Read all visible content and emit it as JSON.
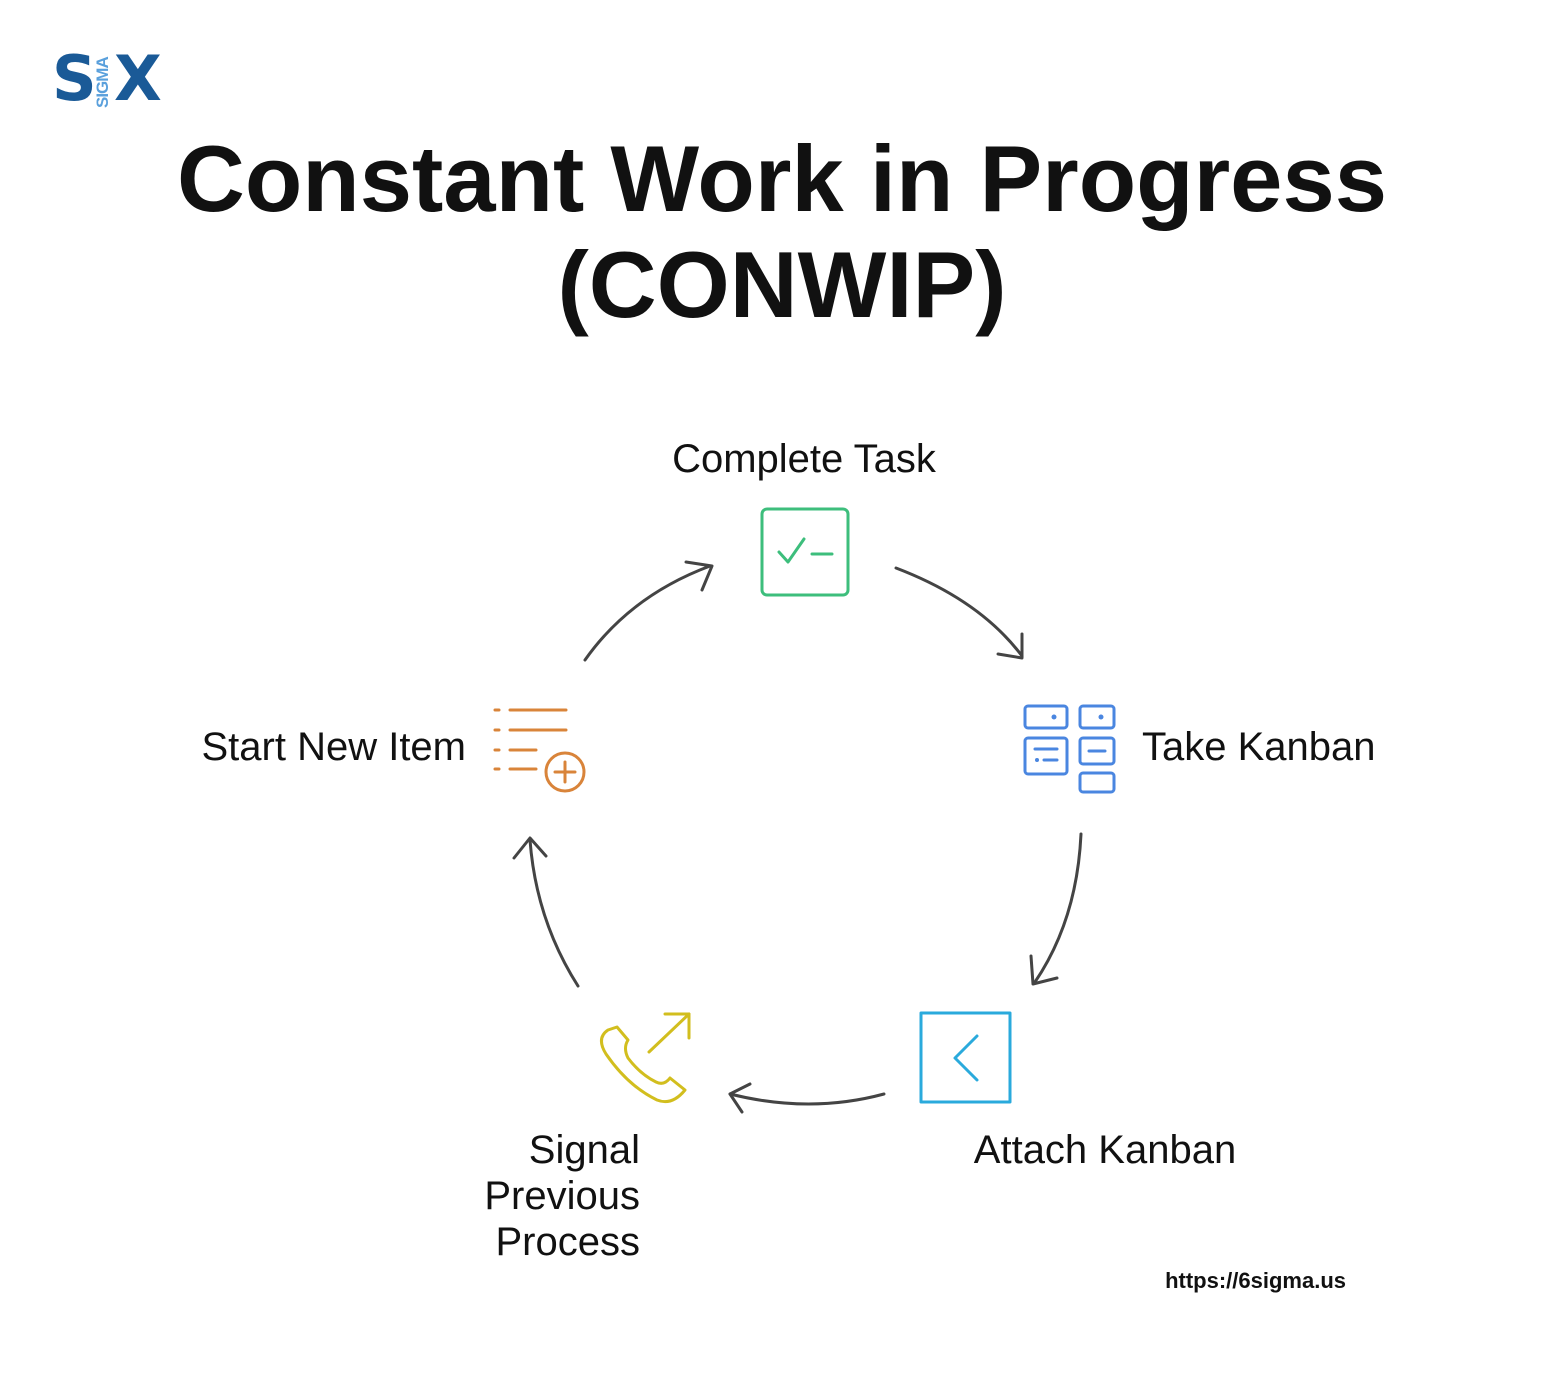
{
  "brand": {
    "logo_left": "S",
    "logo_middle": "SIGMA",
    "logo_right": "X",
    "color_dark": "#1a5a97",
    "color_light": "#5aa0dc"
  },
  "title": {
    "line1": "Constant Work in Progress",
    "line2": "(CONWIP)"
  },
  "steps": [
    {
      "id": "complete-task",
      "label": "Complete Task",
      "icon": "checklist-icon",
      "color": "#3dbe7c"
    },
    {
      "id": "take-kanban",
      "label": "Take Kanban",
      "icon": "kanban-board-icon",
      "color": "#4a86e0"
    },
    {
      "id": "attach-kanban",
      "label": "Attach Kanban",
      "icon": "chevron-left-box-icon",
      "color": "#2aaadc"
    },
    {
      "id": "signal-previous-process",
      "label_lines": [
        "Signal",
        "Previous",
        "Process"
      ],
      "icon": "phone-outgoing-icon",
      "color": "#d2be1e"
    },
    {
      "id": "start-new-item",
      "label": "Start New Item",
      "icon": "list-add-icon",
      "color": "#d9843a"
    }
  ],
  "arrow_color": "#444444",
  "source": "https://6sigma.us"
}
